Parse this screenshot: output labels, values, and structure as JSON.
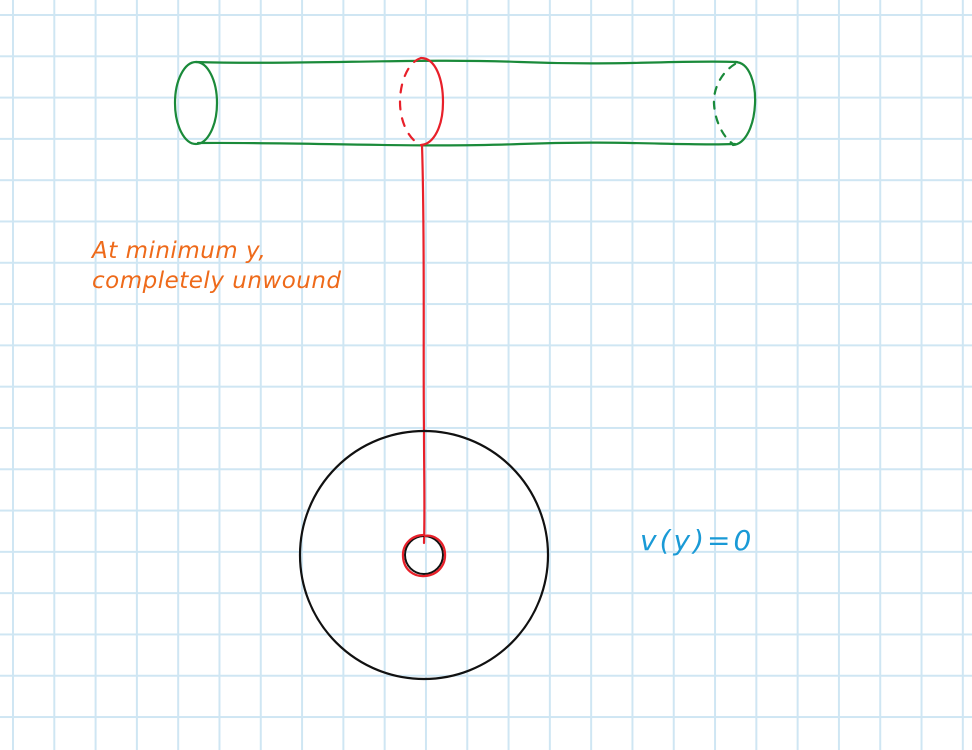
{
  "annotations": {
    "label_line1": "At minimum y,",
    "label_line2": "completely unwound",
    "velocity": "v(y)=0"
  },
  "colors": {
    "axle": "#1a8a3a",
    "string": "#e8202a",
    "disk": "#111111",
    "label": "#ee6a1a",
    "velocity": "#1a9ad6",
    "grid": "#cfe6f3"
  }
}
